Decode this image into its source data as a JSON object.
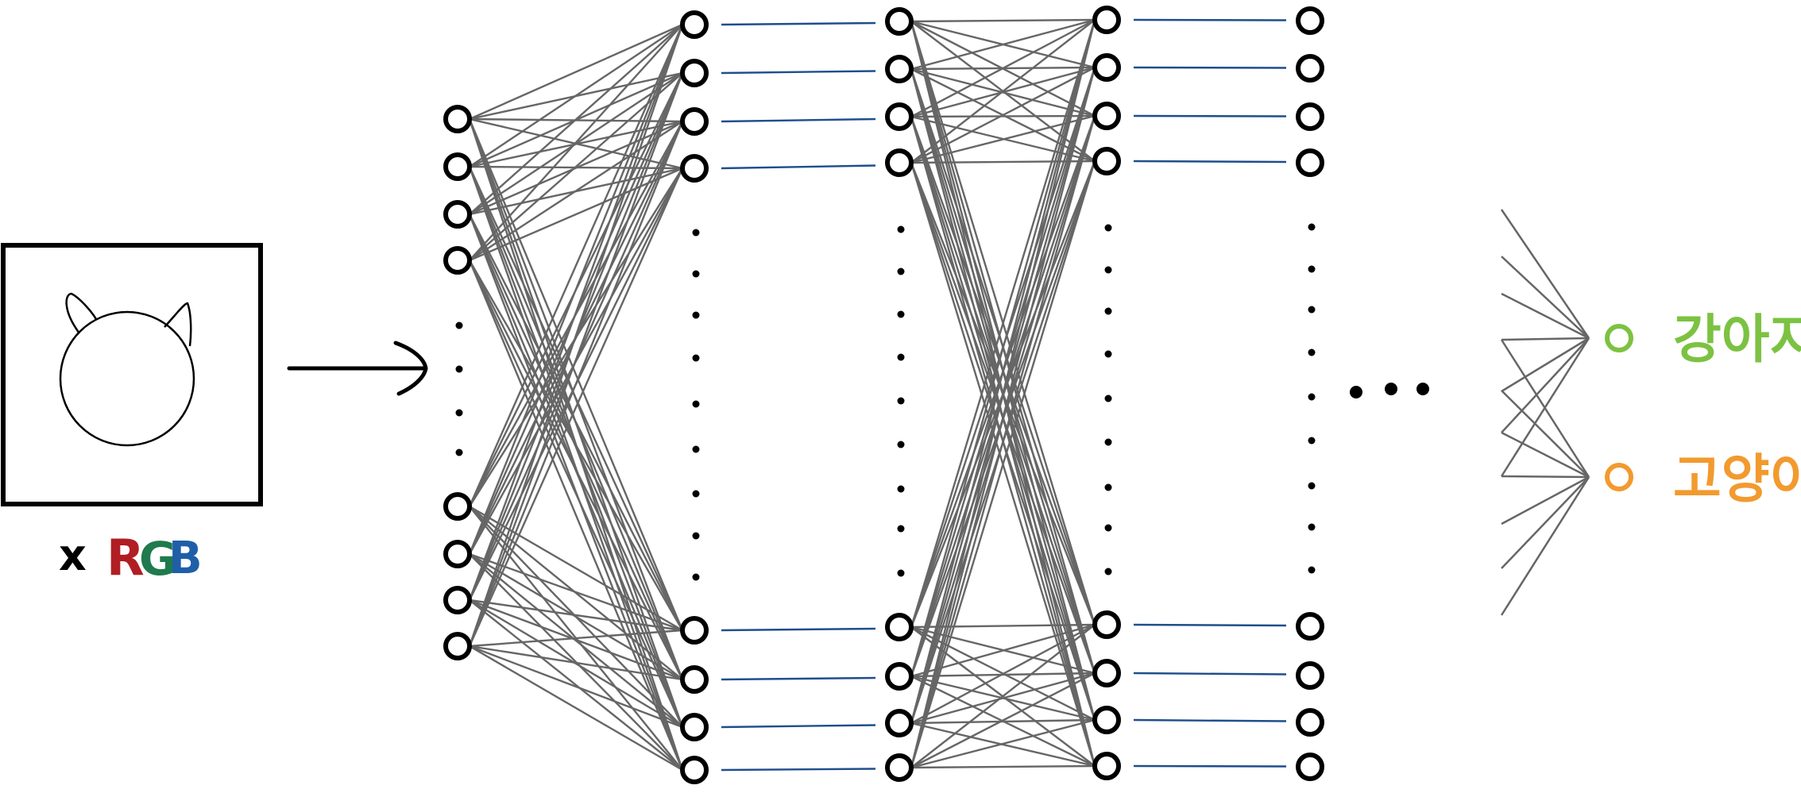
{
  "input": {
    "symbol": "x",
    "channels": [
      {
        "letter": "R",
        "color": "#b01e23"
      },
      {
        "letter": "G",
        "color": "#1f7a4d"
      },
      {
        "letter": "B",
        "color": "#1f5fa8"
      }
    ]
  },
  "outputs": [
    {
      "label": "강아지",
      "color": "#7cc242"
    },
    {
      "label": "고양이",
      "color": "#f29a2e"
    }
  ],
  "colors": {
    "node": "#000000",
    "connection": "#666666",
    "skip_link": "#1f4e8c"
  },
  "icons": [
    "cat-icon",
    "arrow-right-icon",
    "ellipsis-icon"
  ]
}
